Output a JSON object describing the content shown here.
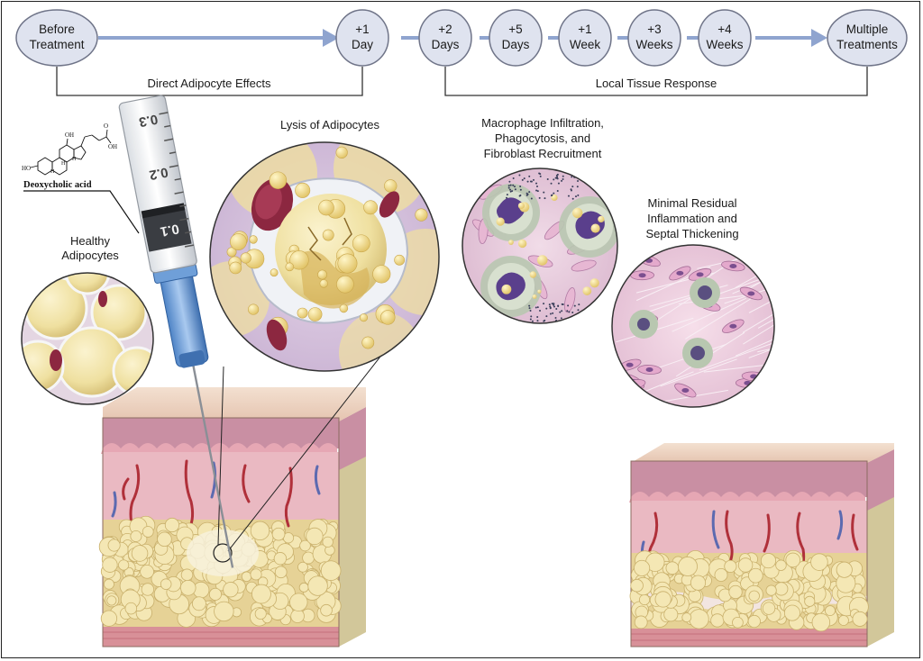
{
  "timeline": {
    "nodes": [
      {
        "lines": [
          "Before",
          "Treatment"
        ]
      },
      {
        "lines": [
          "+1",
          "Day"
        ]
      },
      {
        "lines": [
          "+2",
          "Days"
        ]
      },
      {
        "lines": [
          "+5",
          "Days"
        ]
      },
      {
        "lines": [
          "+1",
          "Week"
        ]
      },
      {
        "lines": [
          "+3",
          "Weeks"
        ]
      },
      {
        "lines": [
          "+4",
          "Weeks"
        ]
      },
      {
        "lines": [
          "Multiple",
          "Treatments"
        ]
      }
    ],
    "brackets": [
      {
        "label": "Direct Adipocyte Effects"
      },
      {
        "label": "Local Tissue Response"
      }
    ]
  },
  "captions": {
    "healthy": [
      "Healthy",
      "Adipocytes"
    ],
    "lysis": [
      "Lysis of Adipocytes"
    ],
    "macrophage": [
      "Macrophage Infiltration,",
      "Phagocytosis, and",
      "Fibroblast Recruitment"
    ],
    "residual": [
      "Minimal Residual",
      "Inflammation and",
      "Septal Thickening"
    ]
  },
  "chemical": {
    "name": "Deoxycholic acid",
    "atoms": [
      "OH",
      "HO",
      "OH",
      "O",
      "H",
      "H",
      "H"
    ]
  },
  "syringe": {
    "ticks": [
      "0.3",
      "0.2",
      "0.1"
    ]
  },
  "colors": {
    "node_fill": "#dfe3ef",
    "node_stroke": "#6f7488",
    "arrow": "#8fa4cf",
    "fat": "#efe2a6",
    "fat_dark": "#d6c276",
    "dermis": "#e9b7bf",
    "epidermis": "#c98fa3",
    "skin_top": "#eed6c4",
    "vessel_red": "#b0303a",
    "vessel_blue": "#5c6ab0",
    "syringe_blue": "#6f9fd8",
    "cell_purple": "#6a4f9a"
  }
}
